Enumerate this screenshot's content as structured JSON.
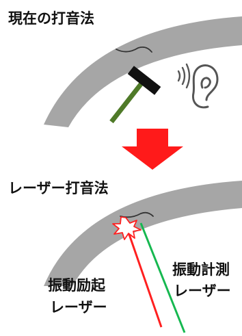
{
  "labels": {
    "current_method": "現在の打音法",
    "laser_method": "レーザー打音法",
    "excitation_line1": "振動励起",
    "excitation_line2": "レーザー",
    "measurement_line1": "振動計測",
    "measurement_line2": "レーザー"
  },
  "colors": {
    "wall": "#a6a6a6",
    "hammer_handle": "#4f7a28",
    "hammer_head": "#111111",
    "arrow": "#ff1a1a",
    "excitation_laser": "#ff2020",
    "measurement_laser": "#16b850",
    "spark": "#ff2020",
    "ear_stroke": "#555555",
    "crack": "#333333"
  },
  "icons": {
    "hammer": "hammer-icon",
    "ear": "ear-icon",
    "sound_waves": "sound-waves-icon",
    "arrow": "down-arrow-icon",
    "impact": "impact-burst-icon"
  }
}
